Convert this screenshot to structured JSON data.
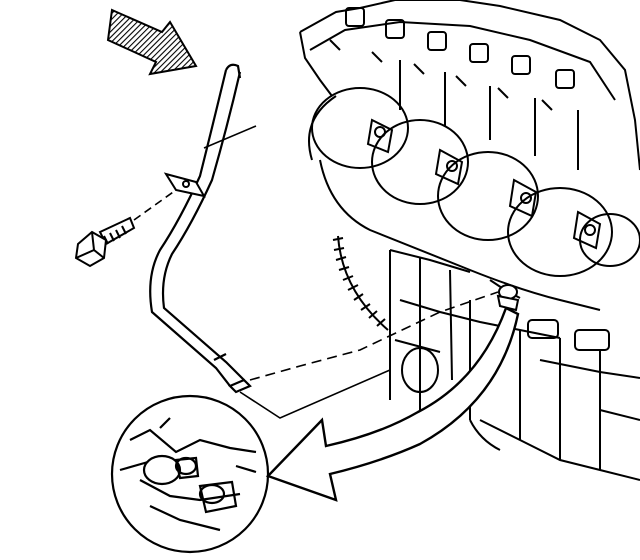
{
  "diagram": {
    "style": "black line-art service illustration",
    "colors": {
      "background": "#ffffff",
      "ink": "#000000"
    },
    "parts": [
      {
        "name": "direction-arrow",
        "shape": "hatched block arrow pointing down-right"
      },
      {
        "name": "oil-level-indicator-tube",
        "shape": "long curved tube with dipstick handle"
      },
      {
        "name": "tube-mounting-bracket",
        "shape": "bracket on tube"
      },
      {
        "name": "tube-bolt",
        "shape": "hex-head bolt"
      },
      {
        "name": "engine-block",
        "shape": "cylinder heads, exhaust manifold, spark plug boots"
      },
      {
        "name": "flywheel",
        "shape": "toothed ring"
      },
      {
        "name": "detail-view-circle",
        "shape": "circular inset showing tube seal bore"
      },
      {
        "name": "callout-arrow",
        "shape": "large curved arrow into inset"
      }
    ]
  }
}
